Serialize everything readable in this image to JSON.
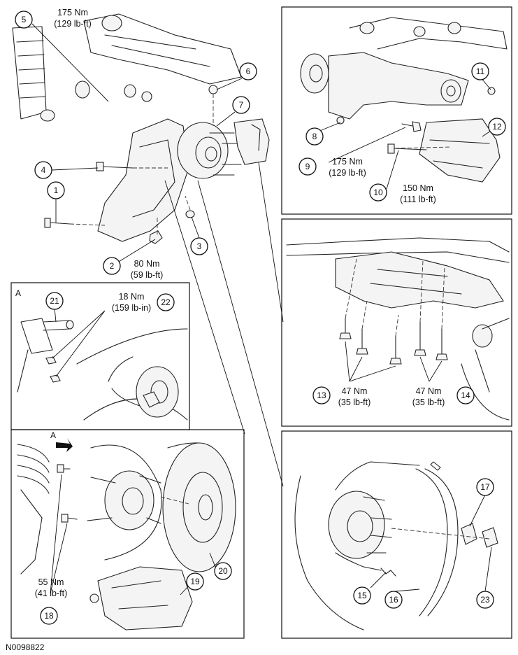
{
  "figure_id": "N0098822",
  "view_label": "A",
  "torques": {
    "t5": [
      "175 Nm",
      "(129 lb-ft)"
    ],
    "t2": [
      "80 Nm",
      "(59 lb-ft)"
    ],
    "t9": [
      "175 Nm",
      "(129 lb-ft)"
    ],
    "t10": [
      "150 Nm",
      "(111 lb-ft)"
    ],
    "t22": [
      "18 Nm",
      "(159 lb-in)"
    ],
    "t13": [
      "47 Nm",
      "(35 lb-ft)"
    ],
    "t14": [
      "47 Nm",
      "(35 lb-ft)"
    ],
    "t18": [
      "55 Nm",
      "(41 lb-ft)"
    ]
  },
  "callouts": [
    "1",
    "2",
    "3",
    "4",
    "5",
    "6",
    "7",
    "8",
    "9",
    "10",
    "11",
    "12",
    "13",
    "14",
    "15",
    "16",
    "17",
    "18",
    "19",
    "20",
    "21",
    "22",
    "23"
  ]
}
